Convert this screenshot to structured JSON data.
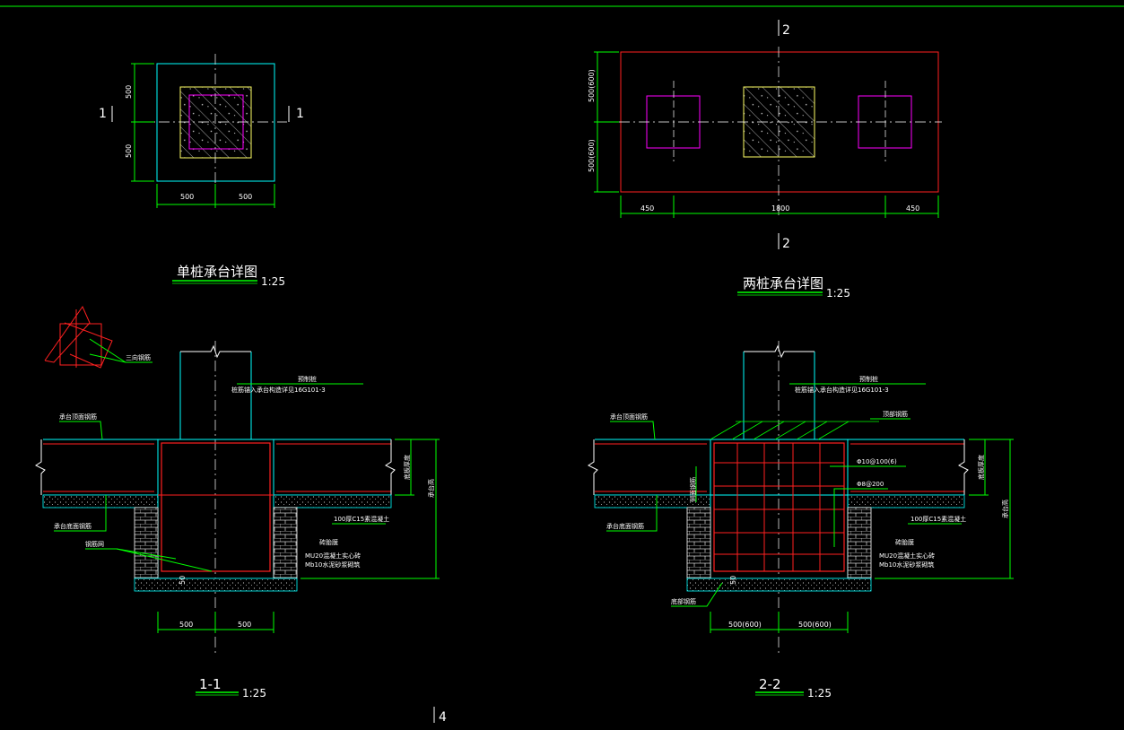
{
  "colors": {
    "background": "#000000",
    "dimension": "#00ff00",
    "outline_cyan": "#00ffff",
    "red": "#ff2020",
    "magenta": "#ff00ff",
    "yellow": "#ffff66",
    "white": "#ffffff",
    "gray": "#bfbfbf"
  },
  "single_pile": {
    "title": "单桩承台详图",
    "scale": "1:25",
    "dim_bottom": [
      "500",
      "500"
    ],
    "dim_left": [
      "500",
      "500"
    ],
    "section_marks": [
      "1",
      "1"
    ]
  },
  "two_pile": {
    "title": "两桩承台详图",
    "scale": "1:25",
    "dim_bottom": [
      "450",
      "1800",
      "450"
    ],
    "dim_left": [
      "500(600)",
      "500(600)"
    ],
    "section_marks": [
      "2",
      "2"
    ]
  },
  "section_1_1": {
    "title": "1-1",
    "scale": "1:25",
    "dim_bottom": [
      "500",
      "500"
    ],
    "dim_small": "50",
    "labels": {
      "pile": "预制桩",
      "pile_note": "桩筋锚入承台构造详见16G101-3",
      "cap_top_bar": "承台顶面钢筋",
      "cap_bottom_bar": "承台底面钢筋",
      "cushion": "100厚C15素混凝土",
      "brick": "砖胎膜",
      "brick_spec1": "MU20混凝土实心砖",
      "brick_spec2": "Mb10水泥砂浆砌筑",
      "slab_thk": "底板厚度",
      "cap_h": "承台高",
      "mesh": "钢筋网",
      "tri_label": "三向钢筋"
    }
  },
  "section_2_2": {
    "title": "2-2",
    "scale": "1:25",
    "dim_bottom": [
      "500(600)",
      "500(600)"
    ],
    "dim_small": "50",
    "labels": {
      "pile": "预制桩",
      "pile_note": "桩筋锚入承台构造详见16G101-3",
      "cap_top_bar": "承台顶面钢筋",
      "cap_bottom_bar": "承台底面钢筋",
      "top_mesh": "顶部钢筋",
      "stirrup1": "Φ10@100(6)",
      "stirrup2": "Φ8@200",
      "side_bar": "侧面钢筋",
      "cushion": "100厚C15素混凝土",
      "brick": "砖胎膜",
      "brick_spec1": "MU20混凝土实心砖",
      "brick_spec2": "Mb10水泥砂浆砌筑",
      "slab_thk": "底板厚度",
      "cap_h": "承台高",
      "bottom": "底部钢筋"
    }
  },
  "markers": {
    "bottom_number": "4"
  }
}
